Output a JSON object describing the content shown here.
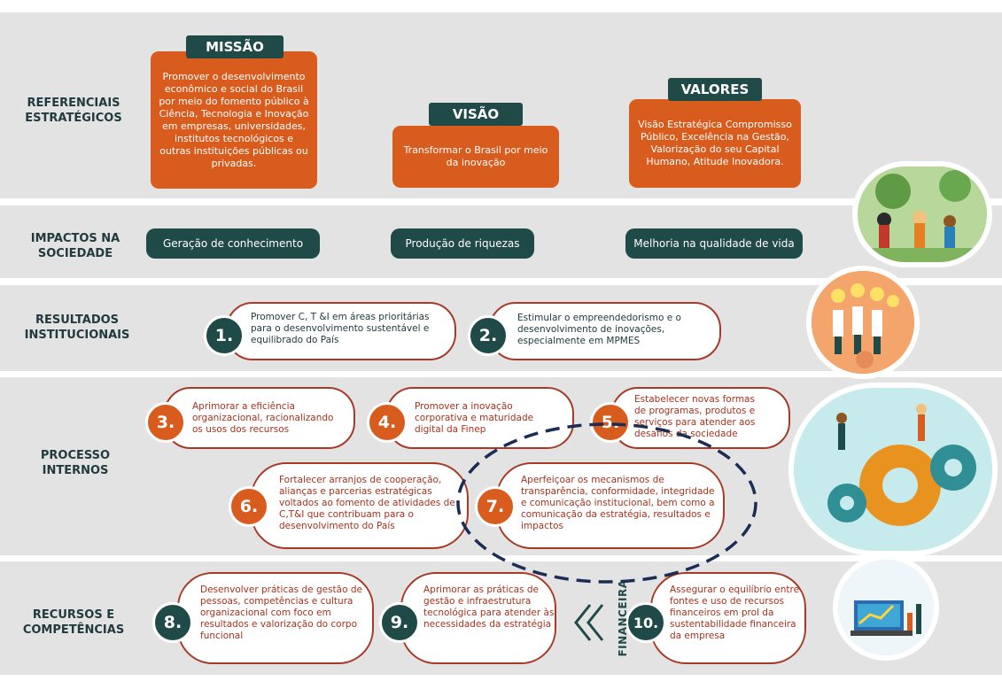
{
  "rows": {
    "referenciais": "REFERENCIAIS ESTRATÉGICOS",
    "impactos": "IMPACTOS NA SOCIEDADE",
    "resultados": "RESULTADOS INSTITUCIONAIS",
    "processos": "PROCESSO INTERNOS",
    "recursos": "RECURSOS E COMPETÊNCIAS"
  },
  "missao": {
    "title": "MISSÃO",
    "text": "Promover o desenvolvimento econômico e social do Brasil por meio do fomento público à Ciência, Tecnologia e Inovação em empresas, universidades, institutos tecnológicos e outras instituições públicas ou privadas."
  },
  "visao": {
    "title": "VISÃO",
    "text": "Transformar o Brasil por meio da inovação"
  },
  "valores": {
    "title": "VALORES",
    "text": "Visão Estratégica Compromisso Público, Excelência na Gestão, Valorização do seu Capital Humano, Atitude Inovadora."
  },
  "impacts": [
    "Geração de conhecimento",
    "Produção de riquezas",
    "Melhoria na qualidade de vida"
  ],
  "objectives": [
    {
      "num": "1.",
      "text": "Promover C, T &I em áreas prioritárias para o desenvolvimento sustentável e equilibrado do País"
    },
    {
      "num": "2.",
      "text": "Estimular o empreendedorismo e o desenvolvimento de inovações, especialmente em MPMES"
    },
    {
      "num": "3.",
      "text": "Aprimorar a eficiência organizacional, racionalizando os usos dos recursos"
    },
    {
      "num": "4.",
      "text": "Promover a inovação corporativa e maturidade digital da Finep"
    },
    {
      "num": "5.",
      "text": "Estabelecer novas formas de programas, produtos e serviços para atender aos desafios da sociedade"
    },
    {
      "num": "6.",
      "text": "Fortalecer arranjos de cooperação, alianças e parcerias estratégicas voltados ao fomento de atividades de C,T&I que contribuam para o desenvolvimento do País"
    },
    {
      "num": "7.",
      "text": "Aperfeiçoar os mecanismos de transparência, conformidade, integridade e comunicação institucional, bem como a comunicação da estratégia, resultados e impactos"
    },
    {
      "num": "8.",
      "text": "Desenvolver práticas de gestão de pessoas, competências e cultura organizacional com foco em resultados e valorização do corpo funcional"
    },
    {
      "num": "9.",
      "text": "Aprimorar as práticas de gestão e infraestrutura tecnológica para atender às necessidades da estratégia"
    },
    {
      "num": "10.",
      "text": "Assegurar o equilíbrio entre fontes e uso de recursos financeiros em prol da sustentabilidade financeira da empresa"
    }
  ],
  "financeira_label": "FINANCEIRA",
  "colors": {
    "band": "#e4e3e3",
    "dark_teal": "#1f4a48",
    "orange": "#d85c1e",
    "dark_red": "#a73a27"
  }
}
